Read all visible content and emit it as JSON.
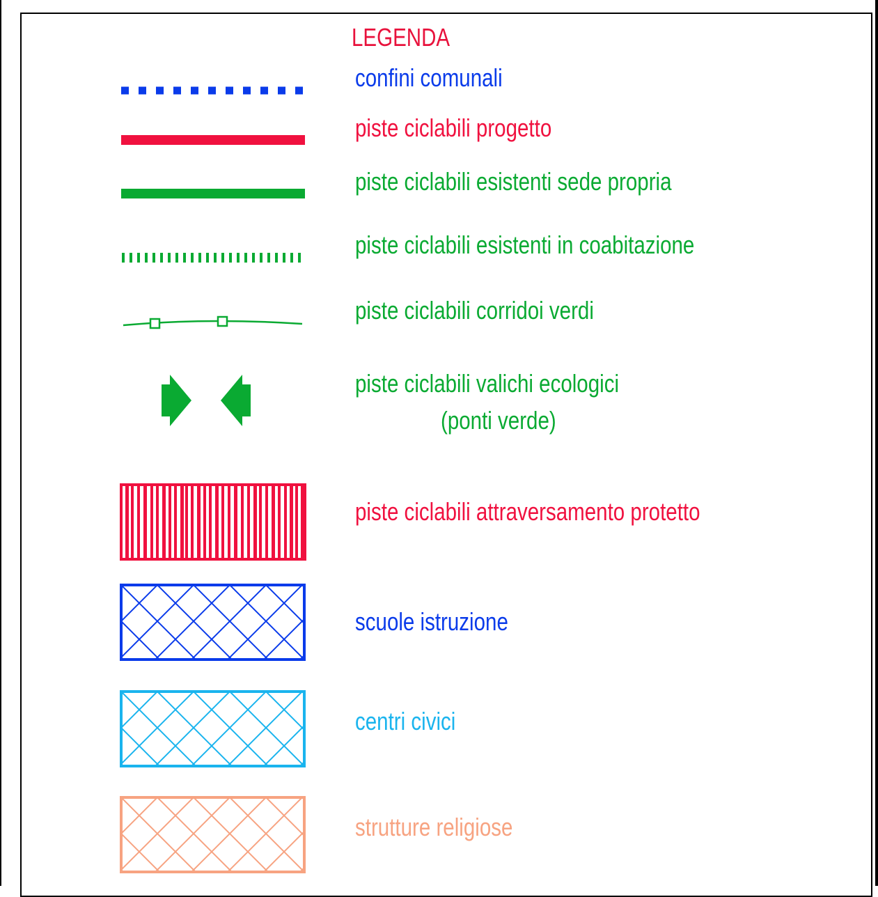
{
  "legend": {
    "title": "LEGENDA",
    "colors": {
      "title": "#e8123c",
      "blue": "#0a3bea",
      "red": "#f0113f",
      "green": "#0aaa32",
      "cyan": "#1ab4ee",
      "salmon": "#f7a381"
    },
    "items": [
      {
        "symbol": "dotted-blue-line",
        "parts": [
          "confini comunali"
        ]
      },
      {
        "symbol": "solid-red-line",
        "parts": [
          "piste ciclabili",
          "progetto"
        ]
      },
      {
        "symbol": "solid-green-line",
        "parts": [
          "piste ciclabili",
          "esistenti sede propria"
        ]
      },
      {
        "symbol": "dashed-green-line",
        "parts": [
          "piste ciclabili",
          "esistenti in coabitazione"
        ]
      },
      {
        "symbol": "green-corridor-line",
        "parts": [
          "piste ciclabili",
          "corridoi verdi"
        ]
      },
      {
        "symbol": "green-arrows",
        "parts": [
          "piste ciclabili",
          "valichi ecologici"
        ],
        "sub": "(ponti verde)"
      },
      {
        "symbol": "red-striped-rect",
        "parts": [
          "piste ciclabili",
          "attraversamento protetto"
        ]
      },
      {
        "symbol": "blue-hatched-rect",
        "parts": [
          "scuole istruzione"
        ]
      },
      {
        "symbol": "cyan-hatched-rect",
        "parts": [
          "centri civici"
        ]
      },
      {
        "symbol": "salmon-hatched-rect",
        "parts": [
          "strutture religiose"
        ]
      }
    ]
  }
}
